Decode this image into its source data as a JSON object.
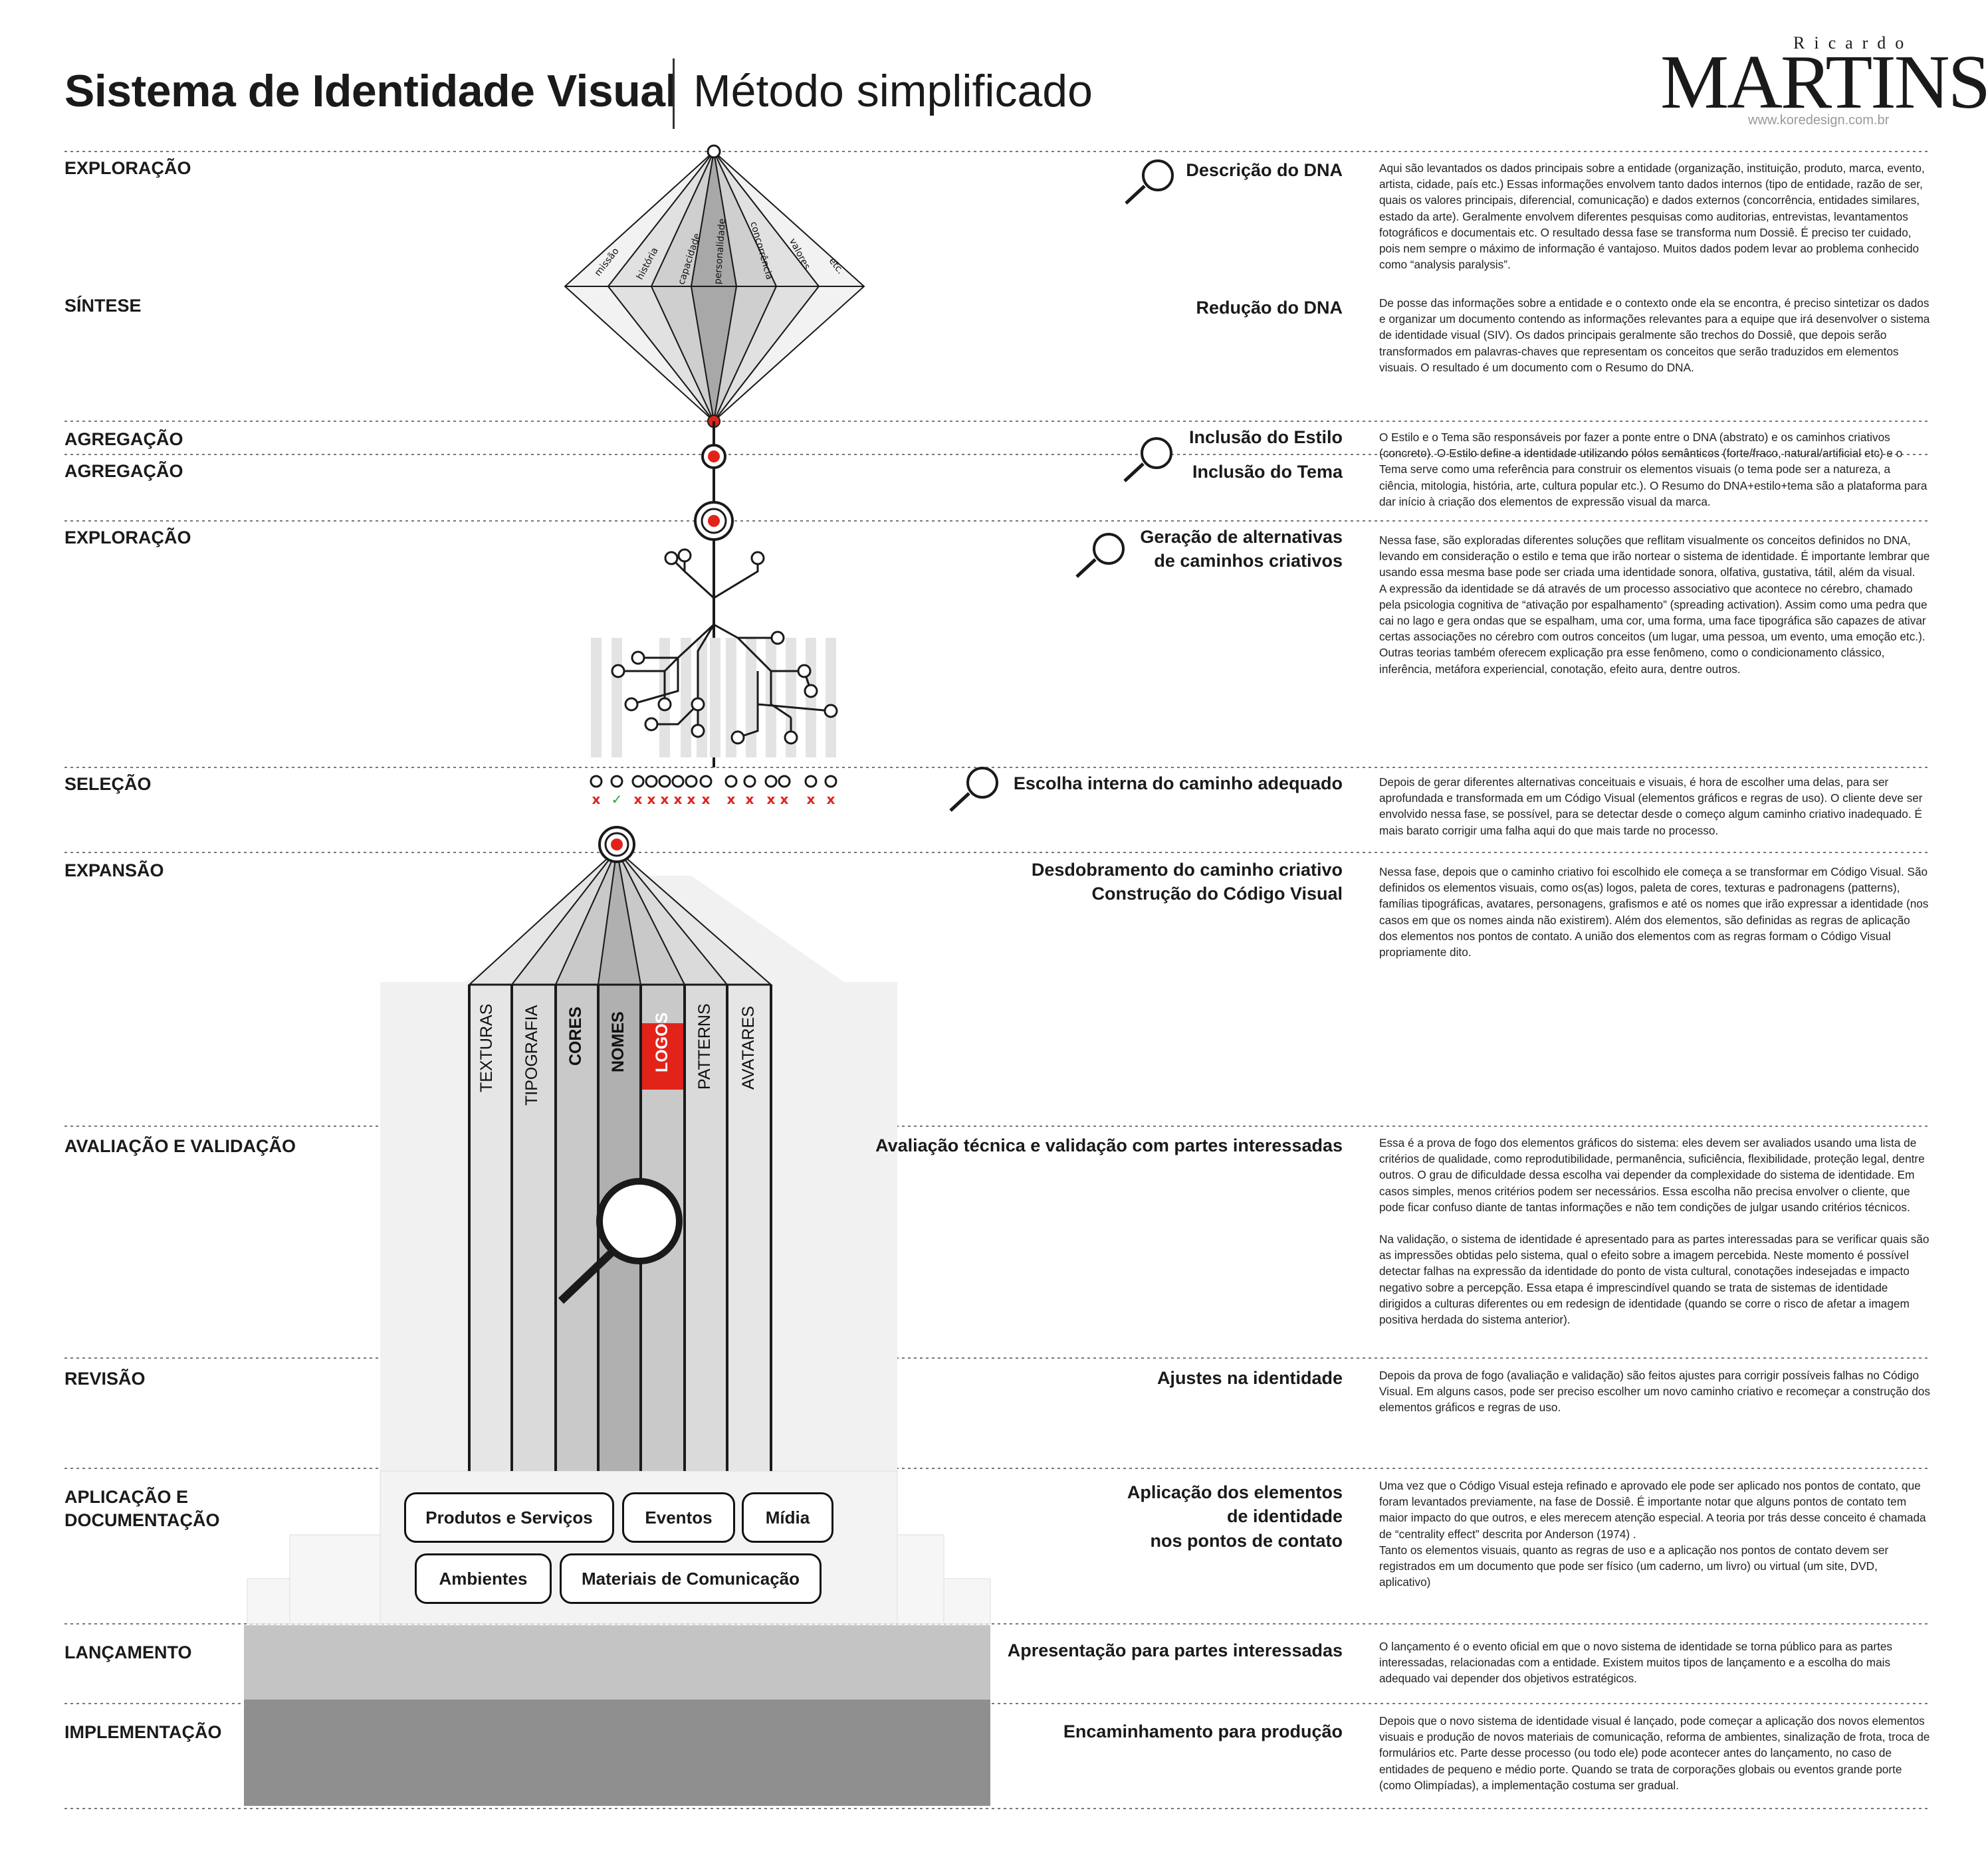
{
  "header": {
    "title": "Sistema de Identidade Visual",
    "subtitle": "Método simplificado",
    "logo_small": "Ricardo",
    "logo_big": "MARTINS",
    "logo_url": "www.koredesign.com.br"
  },
  "phases": [
    {
      "label": "EXPLORAÇÃO"
    },
    {
      "label": "SÍNTESE"
    },
    {
      "label": "AGREGAÇÃO"
    },
    {
      "label": "AGREGAÇÃO"
    },
    {
      "label": "EXPLORAÇÃO"
    },
    {
      "label": "SELEÇÃO"
    },
    {
      "label": "EXPANSÃO"
    },
    {
      "label": "AVALIAÇÃO E VALIDAÇÃO"
    },
    {
      "label": "REVISÃO"
    },
    {
      "label": "APLICAÇÃO E\nDOCUMENTAÇÃO"
    },
    {
      "label": "LANÇAMENTO"
    },
    {
      "label": "IMPLEMENTAÇÃO"
    }
  ],
  "steps": [
    {
      "label": "Descrição do DNA"
    },
    {
      "label": "Redução do DNA"
    },
    {
      "label": "Inclusão do Estilo"
    },
    {
      "label": "Inclusão do Tema"
    },
    {
      "label": "Geração de alternativas\nde caminhos criativos"
    },
    {
      "label": "Escolha interna do caminho adequado"
    },
    {
      "label": "Desdobramento do caminho criativo\nConstrução do Código Visual"
    },
    {
      "label": "Avaliação técnica e validação com partes interessadas"
    },
    {
      "label": "Ajustes na identidade"
    },
    {
      "label": "Aplicação dos elementos\nde identidade\nnos pontos de contato"
    },
    {
      "label": "Apresentação para partes interessadas"
    },
    {
      "label": "Encaminhamento para produção"
    }
  ],
  "descriptions": [
    {
      "text": "Aqui são levantados os dados principais sobre a entidade (organização, instituição, produto, marca, evento, artista, cidade, país etc.) Essas informações envolvem tanto dados internos (tipo de entidade, razão de ser, quais os valores principais, diferencial, comunicação) e dados externos (concorrência, entidades similares, estado da arte). Geralmente envolvem diferentes pesquisas como auditorias, entrevistas, levantamentos fotográficos e documentais etc. O resultado dessa fase se transforma num Dossiê. É preciso ter cuidado, pois nem sempre o máximo de informação é vantajoso. Muitos dados podem levar ao problema conhecido como “analysis paralysis”."
    },
    {
      "text": "De posse das informações sobre a entidade e o contexto onde ela se encontra, é preciso sintetizar os dados e organizar um documento contendo as informações relevantes para a equipe que irá desenvolver o sistema de identidade visual (SIV). Os dados principais geralmente são trechos do Dossiê, que depois serão transformados em palavras-chaves que representam os conceitos que serão traduzidos em elementos visuais. O resultado é um documento com o Resumo do DNA."
    },
    {
      "text": "O Estilo e o Tema são responsáveis por fazer a ponte entre o DNA (abstrato) e os caminhos criativos (concreto). O Estilo define a identidade utilizando pólos semânticos (forte/fraco, natural/artificial etc) e o Tema serve como uma referência para construir os elementos visuais (o tema pode ser a natureza, a ciência, mitologia, história, arte, cultura popular etc.). O Resumo do DNA+estilo+tema são a plataforma para dar início à criação dos elementos de expressão visual da marca."
    },
    {
      "text": "Nessa fase, são exploradas diferentes soluções que reflitam visualmente os conceitos definidos no DNA, levando em consideração o estilo e tema que irão nortear o sistema de identidade. É importante lembrar que usando essa mesma base pode ser criada uma identidade sonora, olfativa, gustativa, tátil, além da visual.\nA expressão da identidade se dá através de um processo associativo que acontece no cérebro, chamado pela psicologia cognitiva de “ativação por espalhamento” (spreading activation). Assim como uma pedra que cai no lago e gera ondas que se espalham, uma cor, uma forma, uma face tipográfica são capazes de ativar certas associações no cérebro com outros conceitos (um lugar, uma pessoa, um evento, uma emoção etc.). Outras teorias também oferecem explicação pra esse fenômeno, como o condicionamento clássico, inferência, metáfora experiencial, conotação, efeito aura, dentre outros."
    },
    {
      "text": "Depois de gerar diferentes alternativas conceituais e visuais, é hora de escolher uma delas, para ser aprofundada e transformada em um Código Visual (elementos gráficos e regras de uso). O cliente deve ser envolvido nessa fase, se possível, para se detectar desde o começo algum caminho criativo inadequado. É mais barato corrigir uma falha aqui do que mais tarde no processo."
    },
    {
      "text": "Nessa fase, depois que o caminho criativo foi escolhido ele começa a se transformar em Código Visual. São definidos os elementos visuais, como os(as) logos, paleta de cores, texturas e padronagens (patterns), famílias tipográficas, avatares, personagens, grafismos e até os nomes que irão expressar a identidade (nos casos em que os nomes ainda não existirem). Além dos elementos, são definidas as regras de aplicação dos elementos nos pontos de contato. A união dos elementos com as regras formam o Código Visual propriamente dito."
    },
    {
      "text": "Essa é a prova de fogo dos elementos gráficos do sistema: eles devem ser avaliados usando uma lista de critérios de qualidade, como reprodutibilidade, permanência, suficiência, flexibilidade, proteção legal, dentre outros. O grau de dificuldade dessa escolha vai depender da complexidade do sistema de identidade. Em casos simples, menos critérios podem ser necessários. Essa escolha não precisa envolver o cliente, que pode ficar confuso diante de tantas informações e não tem condições de julgar usando critérios técnicos.",
      "text2": "Na validação, o sistema de identidade é apresentado para as partes interessadas para se verificar quais são as impressões obtidas pelo sistema, qual o efeito sobre a imagem percebida. Neste momento é possível detectar falhas na expressão da identidade do ponto de vista cultural, conotações indesejadas e impacto negativo sobre a percepção. Essa etapa é imprescindível quando se trata de sistemas de identidade dirigidos a culturas diferentes ou em redesign de identidade (quando se corre o risco de afetar a imagem positiva herdada do sistema anterior)."
    },
    {
      "text": "Depois da prova de fogo (avaliação e validação) são feitos ajustes para corrigir possíveis falhas no Código Visual. Em alguns casos, pode ser preciso escolher um novo caminho criativo e recomeçar a construção dos elementos gráficos e regras de uso."
    },
    {
      "text": "Uma vez que o Código Visual esteja refinado e aprovado ele pode ser aplicado nos pontos de contato, que foram levantados previamente, na fase de Dossiê. É importante notar que alguns pontos de contato tem maior impacto do que outros, e eles merecem atenção especial. A teoria por trás desse conceito é chamada de “centrality effect” descrita por Anderson (1974) .\nTanto os elementos visuais, quanto as regras de uso e a aplicação nos pontos de contato devem ser registrados em um documento que pode ser físico (um caderno, um livro) ou virtual (um site, DVD, aplicativo)"
    },
    {
      "text": "O lançamento é o evento oficial em que o novo sistema de identidade se torna público para as partes interessadas, relacionadas com a entidade. Existem muitos tipos de lançamento e a escolha do mais adequado vai depender dos objetivos estratégicos."
    },
    {
      "text": "Depois que o novo sistema de identidade visual é lançado, pode começar a aplicação dos novos elementos visuais e produção de novos materiais de comunicação, reforma de ambientes, sinalização de frota, troca de formulários etc. Parte desse processo (ou todo ele) pode acontecer antes do lançamento, no caso de entidades de pequeno e médio porte. Quando se trata de corporações globais ou eventos grande porte (como Olimpíadas), a implementação costuma ser gradual."
    }
  ],
  "dna_petals": [
    "missão",
    "história",
    "capacidade",
    "personalidade",
    "concorrência",
    "valores",
    "etc."
  ],
  "visual_code_columns": [
    {
      "label": "TEXTURAS",
      "bold": false,
      "highlight": false
    },
    {
      "label": "TIPOGRAFIA",
      "bold": false,
      "highlight": false
    },
    {
      "label": "CORES",
      "bold": true,
      "highlight": false
    },
    {
      "label": "NOMES",
      "bold": true,
      "highlight": false
    },
    {
      "label": "LOGOS",
      "bold": true,
      "highlight": true
    },
    {
      "label": "PATTERNS",
      "bold": false,
      "highlight": false
    },
    {
      "label": "AVATARES",
      "bold": false,
      "highlight": false
    }
  ],
  "touchpoints": [
    "Produtos e Serviços",
    "Eventos",
    "Mídia",
    "Ambientes",
    "Materiais de Comunicação"
  ],
  "selection_marks": [
    "x",
    "✓",
    "x",
    "x",
    "x",
    "x",
    "x",
    "x",
    "x",
    "x",
    "x",
    "x",
    "x",
    "x"
  ],
  "colors": {
    "accent": "#e2231a",
    "check": "#2a9d3a",
    "dark": "#1a1a1a",
    "gray_light": "#e6e6e6",
    "gray_mid": "#c4c4c4",
    "gray_dark": "#8f8f90"
  }
}
